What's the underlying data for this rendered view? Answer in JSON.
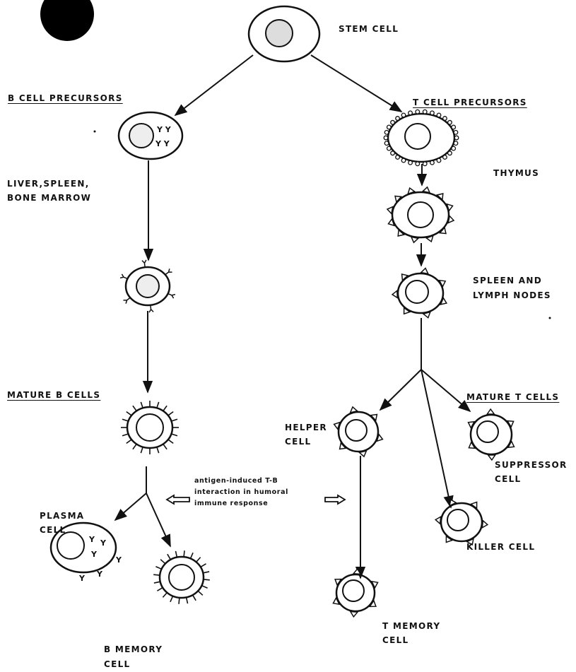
{
  "labels": {
    "stem_cell": "STEM CELL",
    "b_precursors": "B CELL PRECURSORS",
    "t_precursors": "T CELL PRECURSORS",
    "liver_line1": "LIVER,SPLEEN,",
    "liver_line2": "BONE MARROW",
    "thymus": "THYMUS",
    "spleen_line1": "SPLEEN AND",
    "spleen_line2": "LYMPH NODES",
    "mature_b": "MATURE B CELLS",
    "mature_t": "MATURE T CELLS",
    "helper_line1": "HELPER",
    "helper_line2": "CELL",
    "suppressor_line1": "SUPPRESSOR",
    "suppressor_line2": "CELL",
    "killer": "KILLER CELL",
    "plasma_line1": "PLASMA",
    "plasma_line2": "CELL",
    "t_memory_line1": "T MEMORY",
    "t_memory_line2": "CELL",
    "b_memory_line1": "B MEMORY",
    "b_memory_line2": "CELL",
    "interaction_line1": "antigen-induced T-B",
    "interaction_line2": "interaction in humoral",
    "interaction_line3": "immune response"
  }
}
